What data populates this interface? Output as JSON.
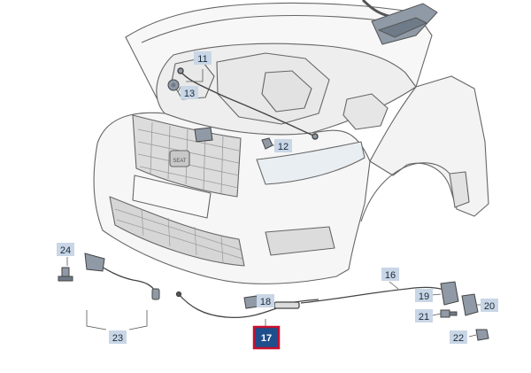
{
  "diagram": {
    "callouts": {
      "c11": "11",
      "c12": "12",
      "c13": "13",
      "c16": "16",
      "c17": "17",
      "c18": "18",
      "c19": "19",
      "c20": "20",
      "c21": "21",
      "c22": "22",
      "c23": "23",
      "c24": "24"
    },
    "highlighted_part": "17",
    "brand_badge": "SEAT",
    "colors": {
      "label_fill": "#c9d6e6",
      "highlight_fill": "#1f4e8c",
      "highlight_border": "#c8102e",
      "line": "#555555",
      "part_fill": "#8f9aa6"
    }
  }
}
